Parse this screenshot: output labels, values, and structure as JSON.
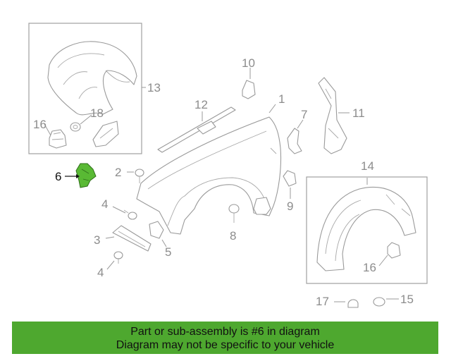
{
  "diagram": {
    "highlight_color": "#59b934",
    "highlighted_part": "6",
    "callouts": {
      "c1": "1",
      "c2": "2",
      "c3": "3",
      "c4a": "4",
      "c4b": "4",
      "c5": "5",
      "c6": "6",
      "c7": "7",
      "c8": "8",
      "c9": "9",
      "c10": "10",
      "c11": "11",
      "c12": "12",
      "c13": "13",
      "c14": "14",
      "c15": "15",
      "c16a": "16",
      "c16b": "16",
      "c17": "17",
      "c18": "18"
    }
  },
  "banner": {
    "color": "#4ea82f",
    "line1": "Part or sub-assembly is #6 in diagram",
    "line2": "Diagram may not be specific to your vehicle"
  }
}
